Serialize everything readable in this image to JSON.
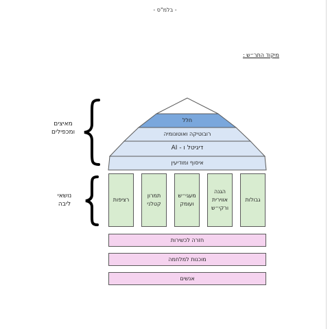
{
  "header": {
    "mark": "- בלמ\"ס -"
  },
  "section": {
    "title": "מיקוד התר״ש :"
  },
  "side_labels": {
    "multipliers": [
      "מאיצים",
      "ומכפילים"
    ],
    "core_themes": [
      "נושאי",
      "ליבה"
    ]
  },
  "roof": [
    {
      "label": "חלל",
      "color": "#7aa7dc"
    },
    {
      "label": "רובוטיקה ואוטונומיה",
      "color": "#d9e5f5"
    },
    {
      "label": "דיגיטל ו - AI",
      "color": "#d9e5f5"
    },
    {
      "label": "איסוף ומודיעין",
      "color": "#d9e5f5"
    }
  ],
  "pillars": [
    {
      "lines": [
        "גבולות"
      ]
    },
    {
      "lines": [
        "הגנה",
        "אווירית",
        "ורקי״ש"
      ]
    },
    {
      "lines": [
        "מעגי״ש",
        "ועומק"
      ]
    },
    {
      "lines": [
        "תמרון",
        "קטלני"
      ]
    },
    {
      "lines": [
        "רציפות"
      ]
    }
  ],
  "foundation": [
    {
      "label": "חזרה לכשירות"
    },
    {
      "label": "מוכנות למלחמה"
    },
    {
      "label": "אנשים"
    }
  ],
  "colors": {
    "roof_top": "#7aa7dc",
    "roof_band": "#d9e5f5",
    "pillar": "#d8ecd0",
    "foundation": "#f5d3ef",
    "outline": "#5a5a5a"
  }
}
